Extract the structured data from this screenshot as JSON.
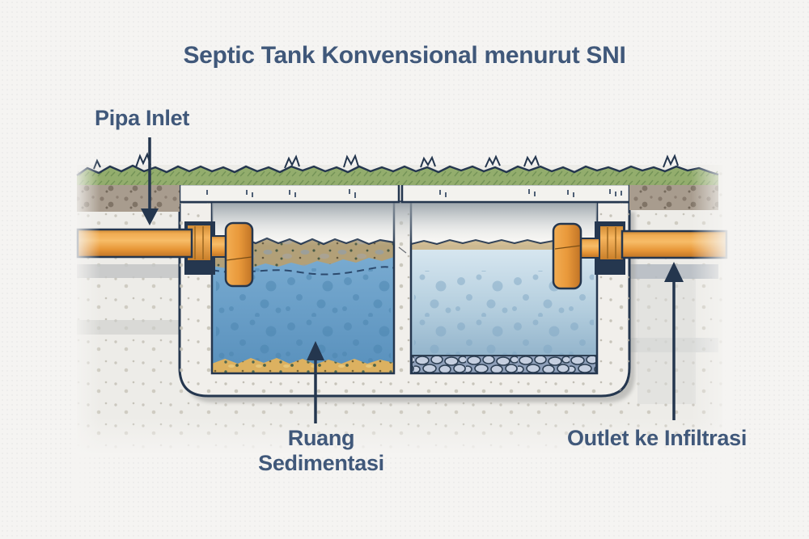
{
  "title": "Septic Tank Konvensional menurut SNI",
  "labels": {
    "pipa_inlet": "Pipa Inlet",
    "ruang_line1": "Ruang",
    "ruang_line2": "Sedimentasi",
    "outlet": "Outlet ke Infiltrasi"
  },
  "diagram": {
    "type": "septic-tank-cross-section",
    "standard": "SNI",
    "components": [
      "Pipa Inlet",
      "Ruang Sedimentasi",
      "Outlet ke Infiltrasi"
    ],
    "chambers": 2,
    "colors": {
      "label_text": "#40587a",
      "outline_navy": "#24364e",
      "pipe_orange": "#e9993b",
      "water_left": "#5f97c2",
      "water_right": "#aac7da",
      "scum_layer": "#b2a078",
      "sludge_layer": "#dcb160",
      "grass": "#93ad6d",
      "soil": "#a89c8e",
      "concrete": "#f1efeb",
      "gravel": "#c5cfe0",
      "background": "#f5f4f2"
    }
  }
}
